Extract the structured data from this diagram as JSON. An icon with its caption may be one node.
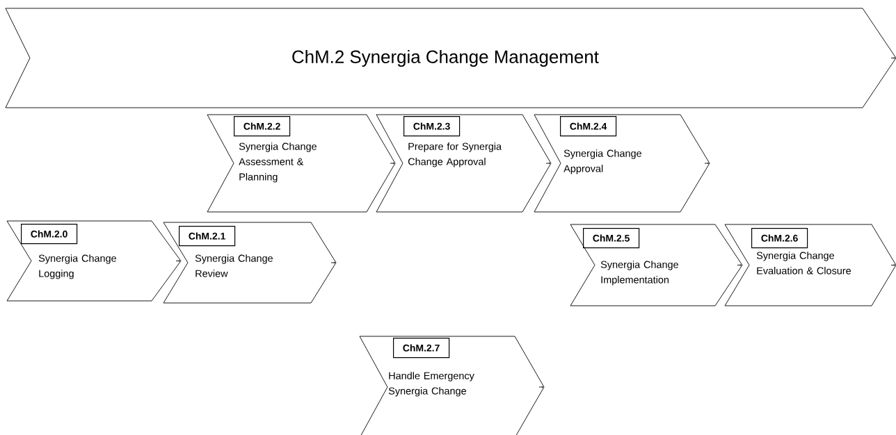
{
  "diagram": {
    "nodes": [
      {
        "text": [
          "ChM.2 Synergia Change Management"
        ]
      },
      {
        "text": [
          "ChM.2.2",
          "Synergia Change Assessment & Planning"
        ]
      },
      {
        "text": [
          "ChM.2.3",
          "Prepare for Synergia Change Approval"
        ]
      },
      {
        "text": [
          "ChM.2.4",
          "Synergia Change Approval"
        ]
      },
      {
        "text": [
          "ChM.2.0",
          "Synergia Change Logging"
        ]
      },
      {
        "text": [
          "ChM.2.1",
          "Synergia Change Review"
        ]
      },
      {
        "text": [
          "ChM.2.5",
          "Synergia Change Implementation"
        ]
      },
      {
        "text": [
          "ChM.2.6",
          "Synergia Change Evaluation & Closure"
        ]
      },
      {
        "text": [
          "ChM.2.7",
          "Handle Emergency Synergia Change"
        ]
      }
    ]
  }
}
